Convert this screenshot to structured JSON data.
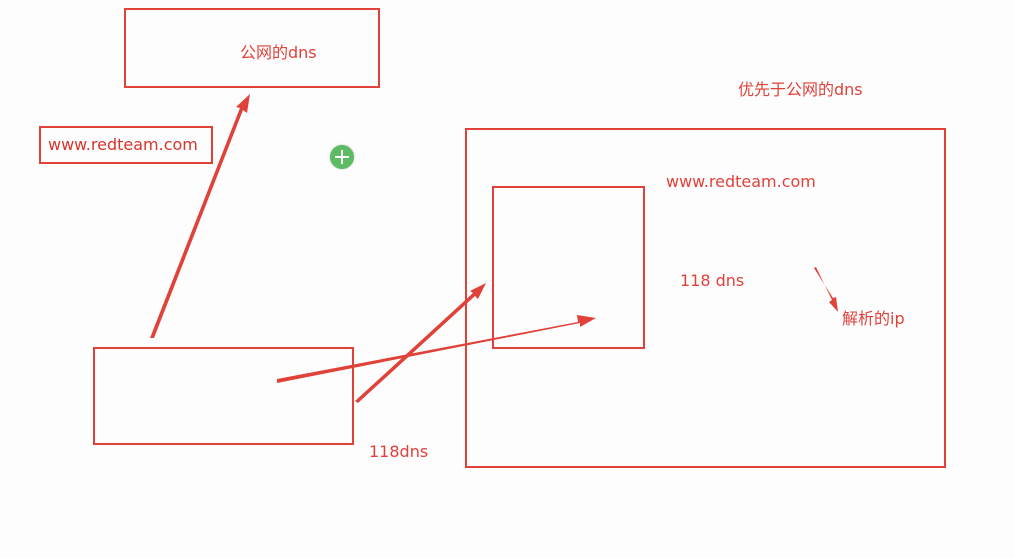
{
  "labels": {
    "public_dns": "公网的dns",
    "domain_tag": "www.redteam.com",
    "priority_note": "优先于公网的dns",
    "inner_domain": "www.redteam.com",
    "inner_dns": "118 dns",
    "resolved_ip": "解析的ip",
    "bottom_dns": "118dns"
  },
  "colors": {
    "annotation_red": "#e0423a",
    "cursor_green": "#5dbb63",
    "background": "#fdfdfd"
  },
  "icons": {
    "cursor": "move-cursor-icon"
  }
}
